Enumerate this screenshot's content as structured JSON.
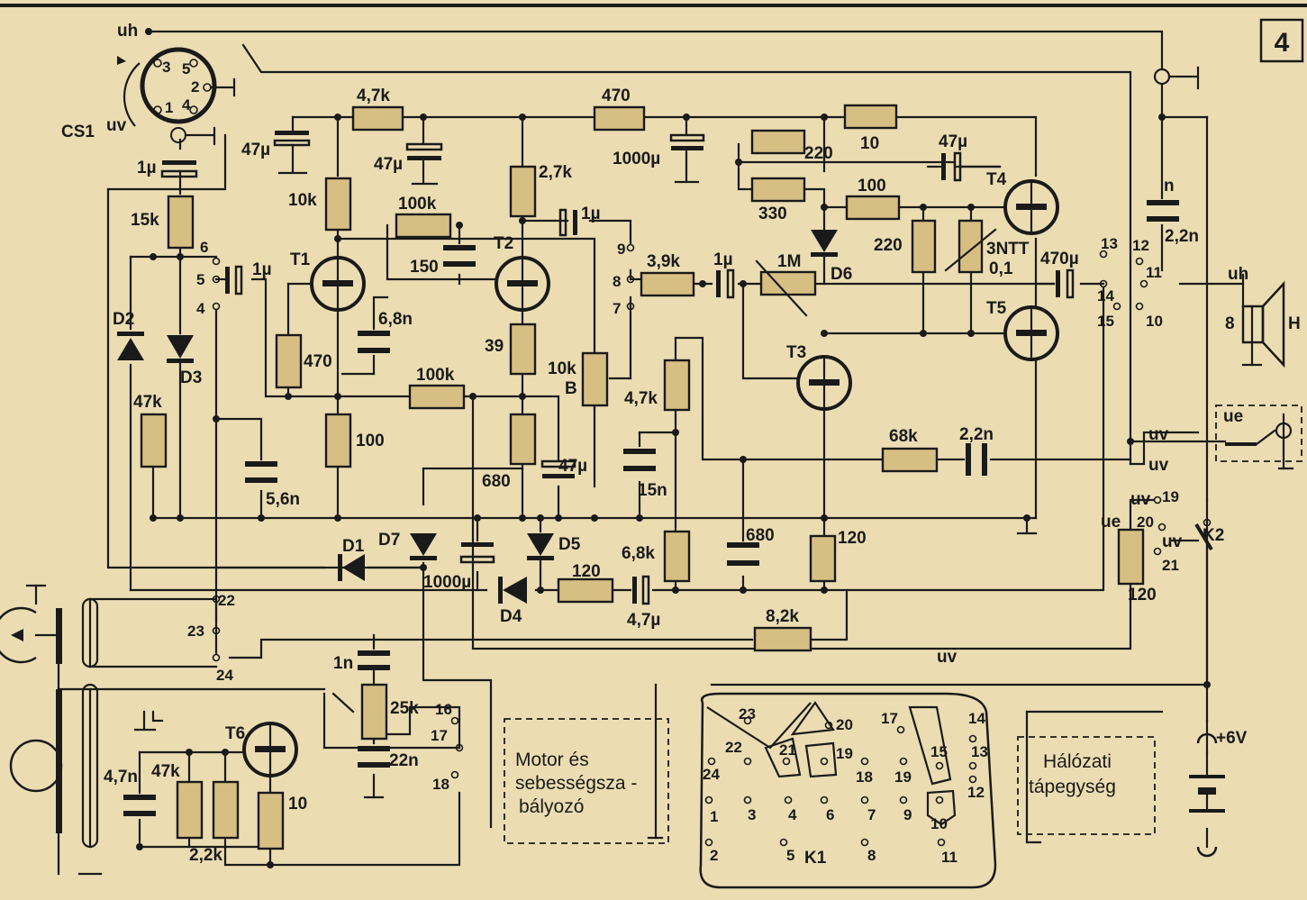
{
  "figure_number": "4",
  "resistors": {
    "r_4k7_top": "4,7k",
    "r_470_top": "470",
    "r_10_top": "10",
    "r_220_top": "220",
    "r_330": "330",
    "r_100_t4": "100",
    "r_220_bias": "220",
    "ntc": "3NTT",
    "ntc_value": "0,1",
    "r_15k": "15k",
    "r_10k": "10k",
    "r_100k_a": "100k",
    "r_2k7": "2,7k",
    "r_3k9": "3,9k",
    "r_1M": "1M",
    "r_470_t1": "470",
    "r_39": "39",
    "r_10k_b": "10k",
    "pot_b": "B",
    "r_4k7_mid": "4,7k",
    "r_100k_b": "100k",
    "r_47k": "47k",
    "r_100_t1": "100",
    "r_680": "680",
    "r_68k": "68k",
    "r_6k8": "6,8k",
    "r_120_a": "120",
    "r_120_b": "120",
    "r_120_c": "120",
    "r_8k2": "8,2k",
    "r_25k": "25k",
    "r_47k_b": "47k",
    "r_2k2": "2,2k",
    "r_10_t6": "10"
  },
  "capacitors": {
    "c_47u_a": "47µ",
    "c_47u_b": "47µ",
    "c_1000u_a": "1000µ",
    "c_47u_c": "47µ",
    "c_1u_a": "1µ",
    "c_1u_b": "1µ",
    "c_1u_c": "1µ",
    "c_1u_d": "1µ",
    "c_150": "150",
    "c_6n8": "6,8n",
    "c_n": "n",
    "c_2n2_a": "2,2n",
    "c_470u": "470µ",
    "c_5n6": "5,6n",
    "c_47u_d": "47µ",
    "c_15n": "15n",
    "c_2n2_b": "2,2n",
    "c_680": "680",
    "c_1000u_b": "1000µ",
    "c_4u7": "4,7µ",
    "c_1n": "1n",
    "c_22n": "22n",
    "c_4n7": "4,7n"
  },
  "semiconductors": {
    "t1": "T1",
    "t2": "T2",
    "t3": "T3",
    "t4": "T4",
    "t5": "T5",
    "t6": "T6",
    "d1": "D1",
    "d2": "D2",
    "d3": "D3",
    "d4": "D4",
    "d5": "D5",
    "d6": "D6",
    "d7": "D7"
  },
  "connectors": {
    "uh": "uh",
    "uv": "uv",
    "ue": "ue",
    "cs1": "CS1",
    "h": "H",
    "speaker_8": "8",
    "k2": "K2",
    "k1": "K1",
    "plus6v": "+6V",
    "din_pins": [
      "3",
      "5",
      "2",
      "1",
      "4"
    ]
  },
  "switch_pins": [
    "4",
    "5",
    "6",
    "7",
    "8",
    "9",
    "10",
    "11",
    "12",
    "13",
    "14",
    "15",
    "16",
    "17",
    "18",
    "19",
    "20",
    "21",
    "22",
    "23",
    "24"
  ],
  "k1_pins": [
    "1",
    "2",
    "3",
    "4",
    "5",
    "6",
    "7",
    "8",
    "9",
    "10",
    "11",
    "12",
    "13",
    "14",
    "15",
    "17",
    "18",
    "19",
    "19",
    "20",
    "21",
    "22",
    "23",
    "24"
  ],
  "boxes": {
    "motor_line1": "Motor és",
    "motor_line2": "sebességsza -",
    "motor_line3": "bályozó",
    "psu_line1": "Hálózati",
    "psu_line2": "tápegység"
  }
}
